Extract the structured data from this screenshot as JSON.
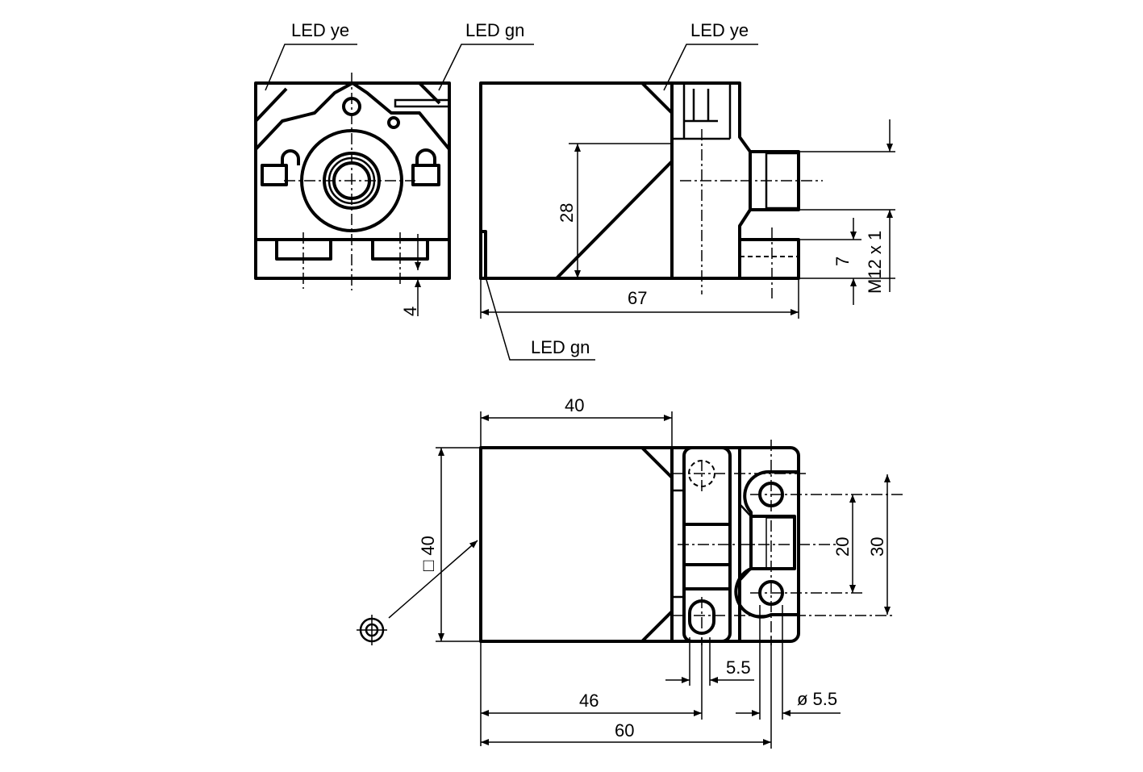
{
  "drawing": {
    "front_view": {
      "led_ye_label": "LED ye",
      "led_gn_label": "LED gn",
      "dim_4": "4"
    },
    "side_view": {
      "led_ye_label": "LED ye",
      "led_gn_label": "LED gn",
      "dim_28": "28",
      "dim_67": "67",
      "dim_7": "7",
      "thread_label": "M12 x 1"
    },
    "top_view": {
      "dim_40_width": "40",
      "dim_square_40": "□ 40",
      "dim_20": "20",
      "dim_30": "30",
      "dim_5_5": "5.5",
      "dim_46": "46",
      "dim_60": "60",
      "dim_dia_5_5": "ø 5.5"
    }
  }
}
